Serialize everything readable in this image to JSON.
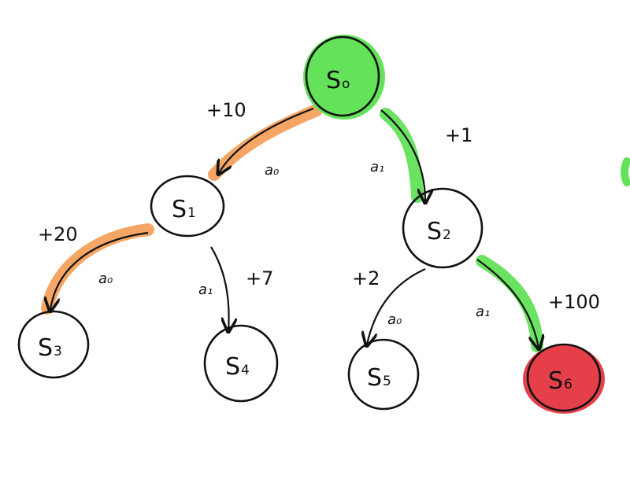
{
  "colors": {
    "green": "#63e25a",
    "orange": "#f4a15c",
    "red": "#e5404a",
    "ink": "#111111"
  },
  "nodes": [
    {
      "id": "s0",
      "label": "S",
      "sub": "o",
      "highlight": "green"
    },
    {
      "id": "s1",
      "label": "S",
      "sub": "1",
      "highlight": ""
    },
    {
      "id": "s2",
      "label": "S",
      "sub": "2",
      "highlight": ""
    },
    {
      "id": "s3",
      "label": "S",
      "sub": "3",
      "highlight": ""
    },
    {
      "id": "s4",
      "label": "S",
      "sub": "4",
      "highlight": ""
    },
    {
      "id": "s5",
      "label": "S",
      "sub": "5",
      "highlight": ""
    },
    {
      "id": "s6",
      "label": "S",
      "sub": "6",
      "highlight": "red"
    }
  ],
  "edges": [
    {
      "id": "s0-s1",
      "from": "s0",
      "to": "s1",
      "action": "a₀",
      "reward": "+10",
      "highlight": "orange"
    },
    {
      "id": "s0-s2",
      "from": "s0",
      "to": "s2",
      "action": "a₁",
      "reward": "+1",
      "highlight": "green"
    },
    {
      "id": "s1-s3",
      "from": "s1",
      "to": "s3",
      "action": "a₀",
      "reward": "+20",
      "highlight": "orange"
    },
    {
      "id": "s1-s4",
      "from": "s1",
      "to": "s4",
      "action": "a₁",
      "reward": "+7",
      "highlight": ""
    },
    {
      "id": "s2-s5",
      "from": "s2",
      "to": "s5",
      "action": "a₀",
      "reward": "+2",
      "highlight": ""
    },
    {
      "id": "s2-s6",
      "from": "s2",
      "to": "s6",
      "action": "a₁",
      "reward": "+100",
      "highlight": "green"
    }
  ]
}
